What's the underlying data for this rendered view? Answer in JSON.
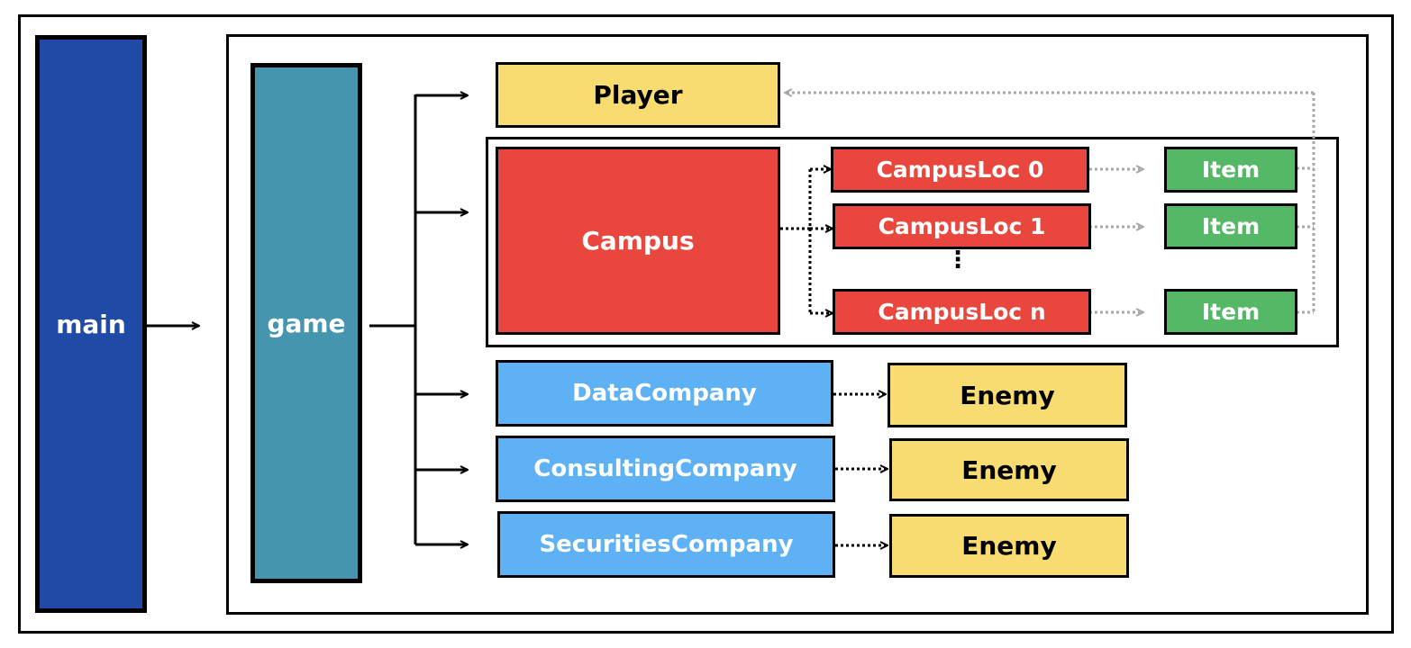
{
  "colors": {
    "main": "#1f4aa6",
    "game": "#4595ae",
    "player": "#f8dc72",
    "campus": "#e9473d",
    "campus_loc": "#e9473d",
    "item": "#54b867",
    "company": "#5fb1f6",
    "enemy": "#f8dc72",
    "dotted_gray": "#a8a8a8"
  },
  "main": {
    "label": "main"
  },
  "game": {
    "label": "game"
  },
  "player": {
    "label": "Player"
  },
  "campus": {
    "label": "Campus",
    "locations": [
      "CampusLoc 0",
      "CampusLoc 1",
      "CampusLoc n"
    ],
    "items": [
      "Item",
      "Item",
      "Item"
    ],
    "ellipsis": "⋮"
  },
  "companies": [
    {
      "label": "DataCompany",
      "enemy": "Enemy"
    },
    {
      "label": "ConsultingCompany",
      "enemy": "Enemy"
    },
    {
      "label": "SecuritiesCompany",
      "enemy": "Enemy"
    }
  ]
}
